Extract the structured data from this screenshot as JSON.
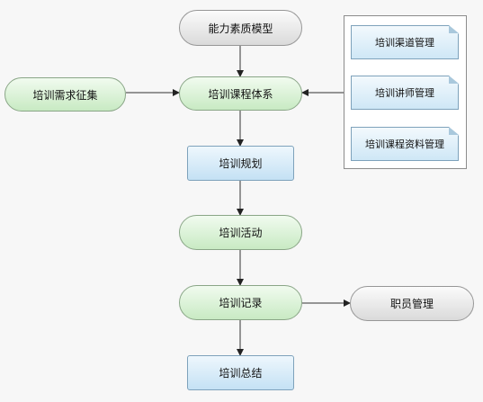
{
  "diagram": {
    "nodes": {
      "competency_model": "能力素质模型",
      "needs_collection": "培训需求征集",
      "course_system": "培训课程体系",
      "training_plan": "培训规划",
      "training_activity": "培训活动",
      "training_record": "培训记录",
      "staff_management": "职员管理",
      "training_summary": "培训总结"
    },
    "panel": {
      "items": [
        "培训渠道管理",
        "培训讲师管理",
        "培训课程资料管理"
      ]
    }
  }
}
